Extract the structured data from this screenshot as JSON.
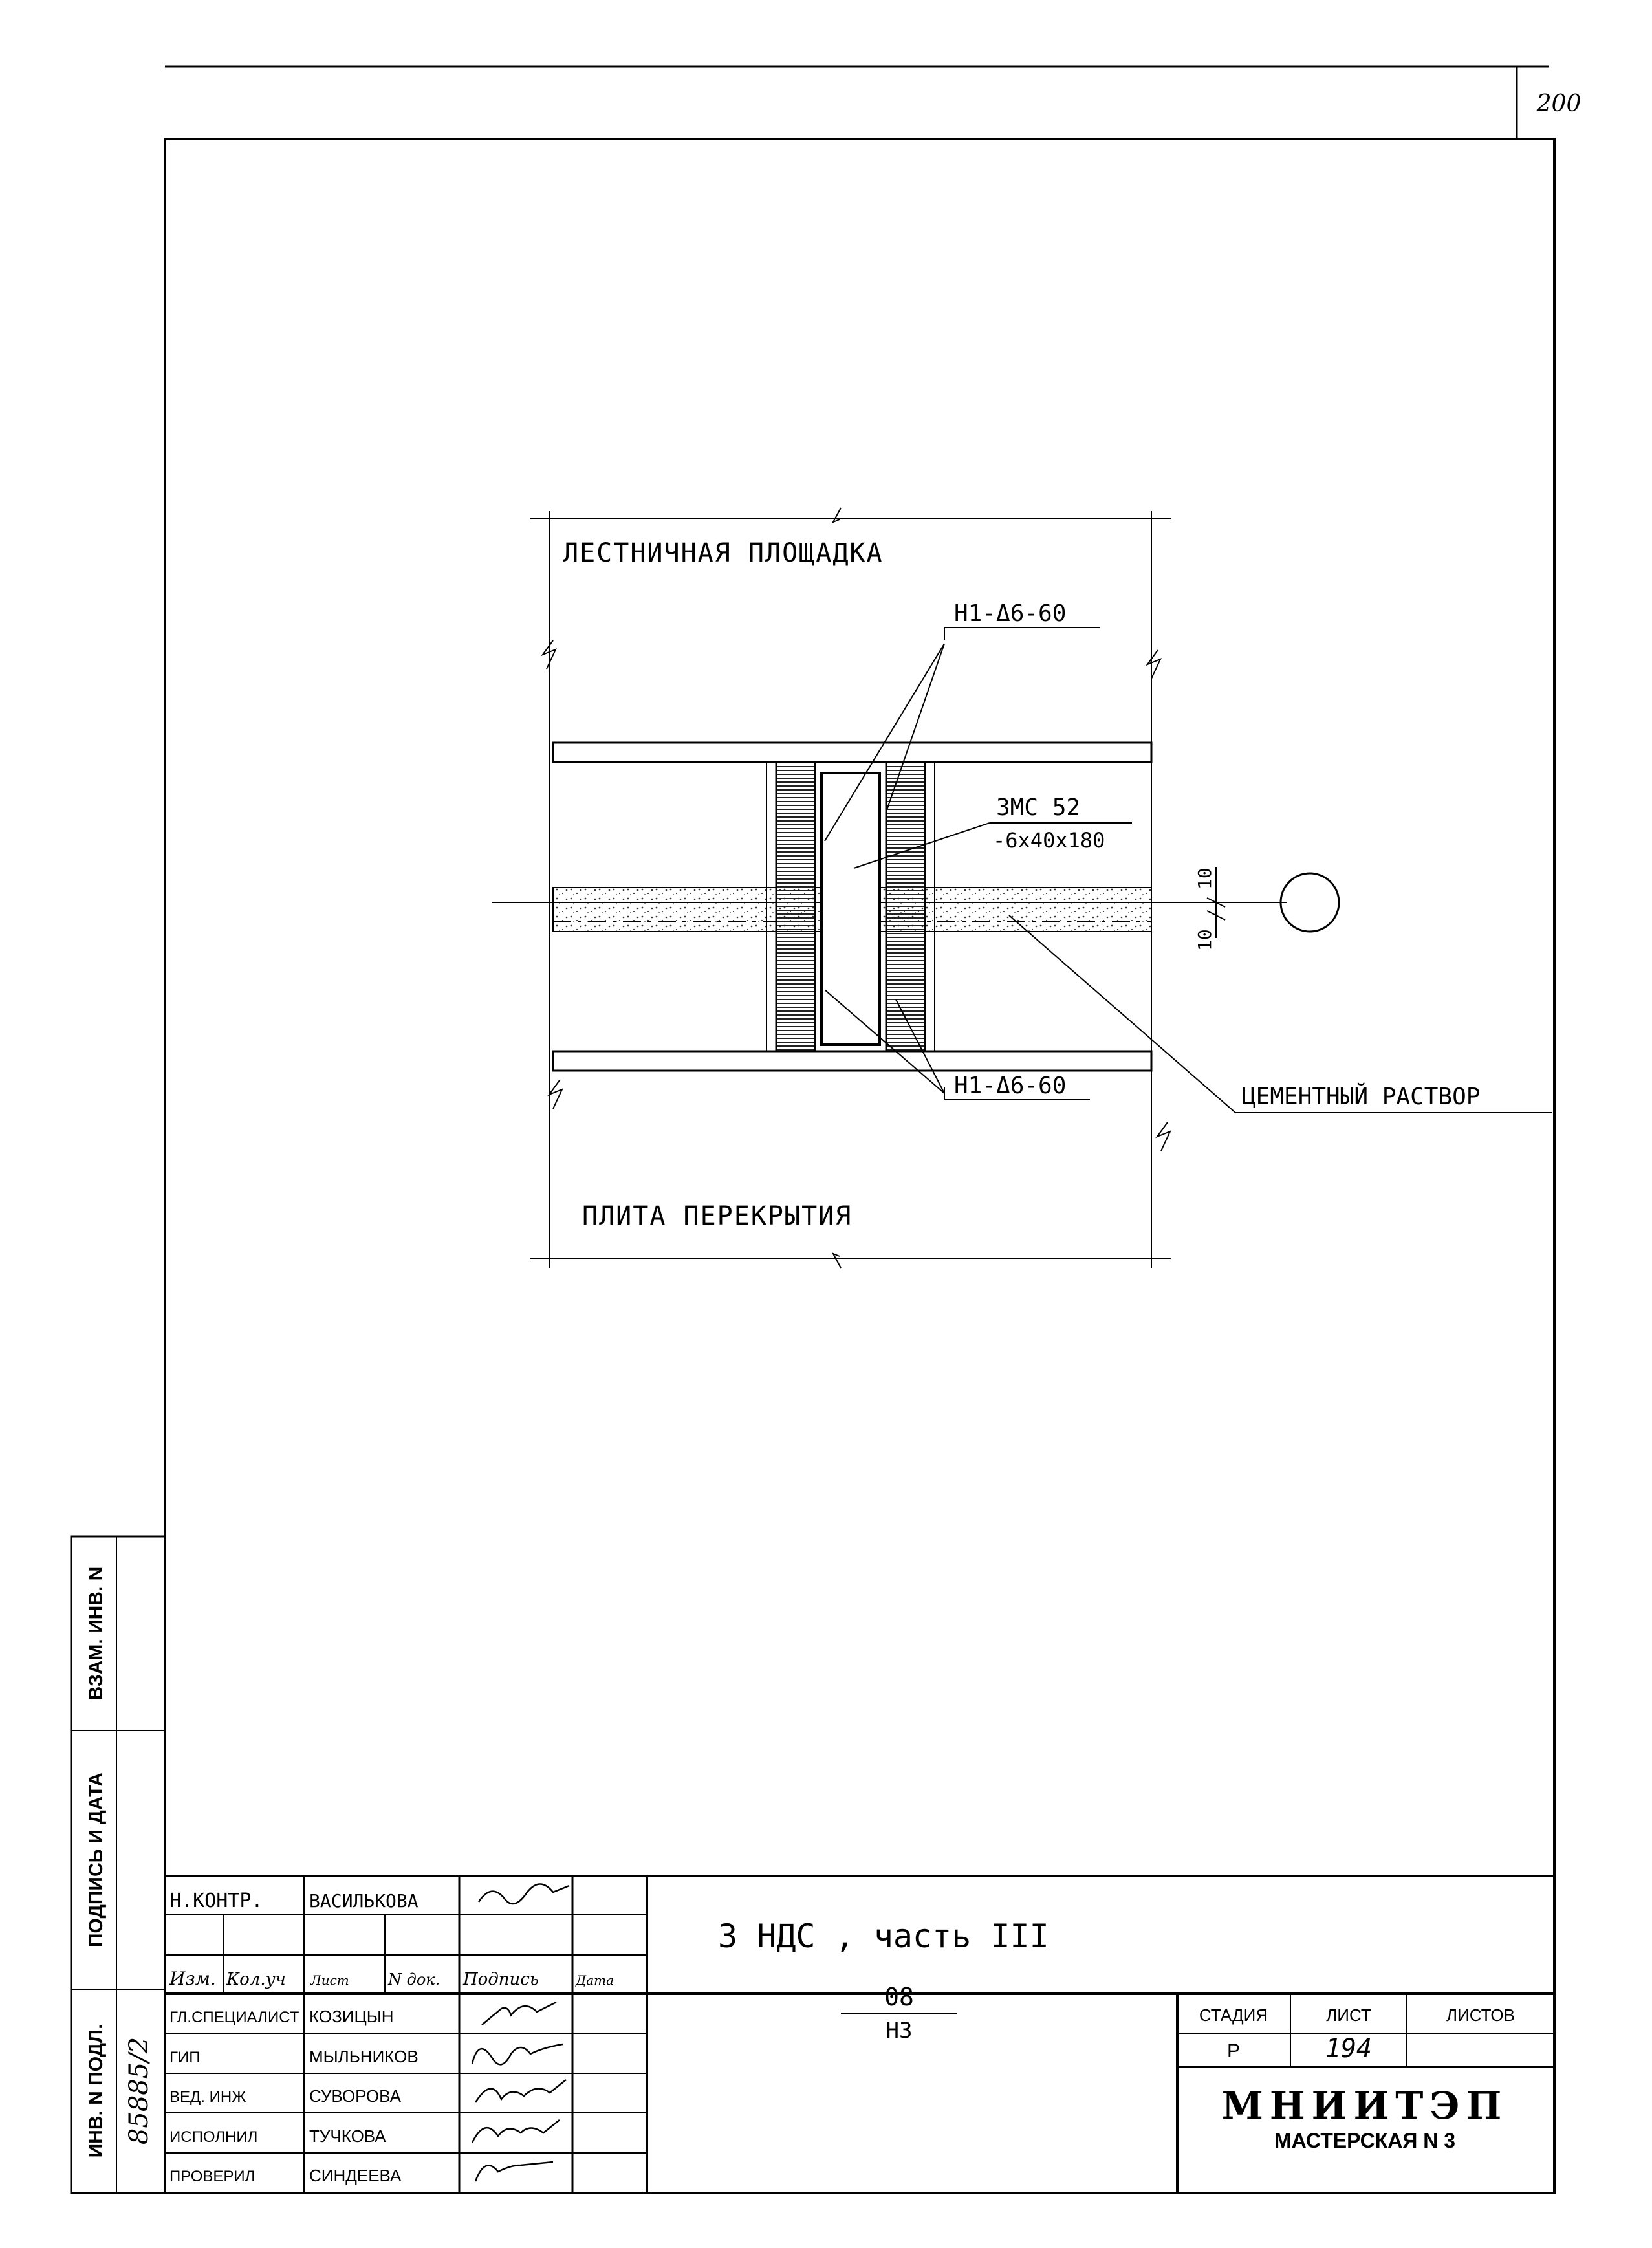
{
  "sheet": {
    "page_number": "200"
  },
  "drawing": {
    "top_label": "ЛЕСТНИЧНАЯ  ПЛОЩАДКА",
    "bottom_label": "ПЛИТА  ПЕРЕКРЫТИЯ",
    "mark_top": "Н1-Δ6-60",
    "mark_bottom": "Н1-Δ6-60",
    "plate_mark": "ЗМС 52",
    "plate_size": "-6х40х180",
    "mortar_label": "ЦЕМЕНТНЫЙ РАСТВОР",
    "dim_top": "10",
    "dim_bottom": "10"
  },
  "left_margin": {
    "vzam_inv": "ВЗАМ. ИНВ. N",
    "sign_date": "ПОДПИСЬ И ДАТА",
    "inv_podl": "ИНВ. N ПОДЛ.",
    "inv_number": "85885/2"
  },
  "title_block": {
    "n_kontr": "Н.КОНТР.",
    "n_kontr_name": "ВАСИЛЬКОВА",
    "header": {
      "izm": "Изм.",
      "kol_uch": "Кол.уч",
      "list": "Лист",
      "n_dok": "N док.",
      "podpis": "Подпись",
      "data": "Дата"
    },
    "roles": [
      {
        "role": "ГЛ.СПЕЦИАЛИСТ",
        "name": "КОЗИЦЫН"
      },
      {
        "role": "ГИП",
        "name": "МЫЛЬНИКОВ"
      },
      {
        "role": "ВЕД. ИНЖ",
        "name": "СУВОРОВА"
      },
      {
        "role": "ИСПОЛНИЛ",
        "name": "ТУЧКОВА"
      },
      {
        "role": "ПРОВЕРИЛ",
        "name": "СИНДЕЕВА"
      }
    ],
    "doc_title": "3 НДС , часть III",
    "code_top": "08",
    "code_bottom": "НЗ",
    "stage_label": "СТАДИЯ",
    "sheet_label": "ЛИСТ",
    "sheets_label": "ЛИСТОВ",
    "stage_value": "Р",
    "sheet_value": "194",
    "sheets_value": "",
    "org_name": "МНИИТЭП",
    "org_sub": "МАСТЕРСКАЯ N 3"
  }
}
